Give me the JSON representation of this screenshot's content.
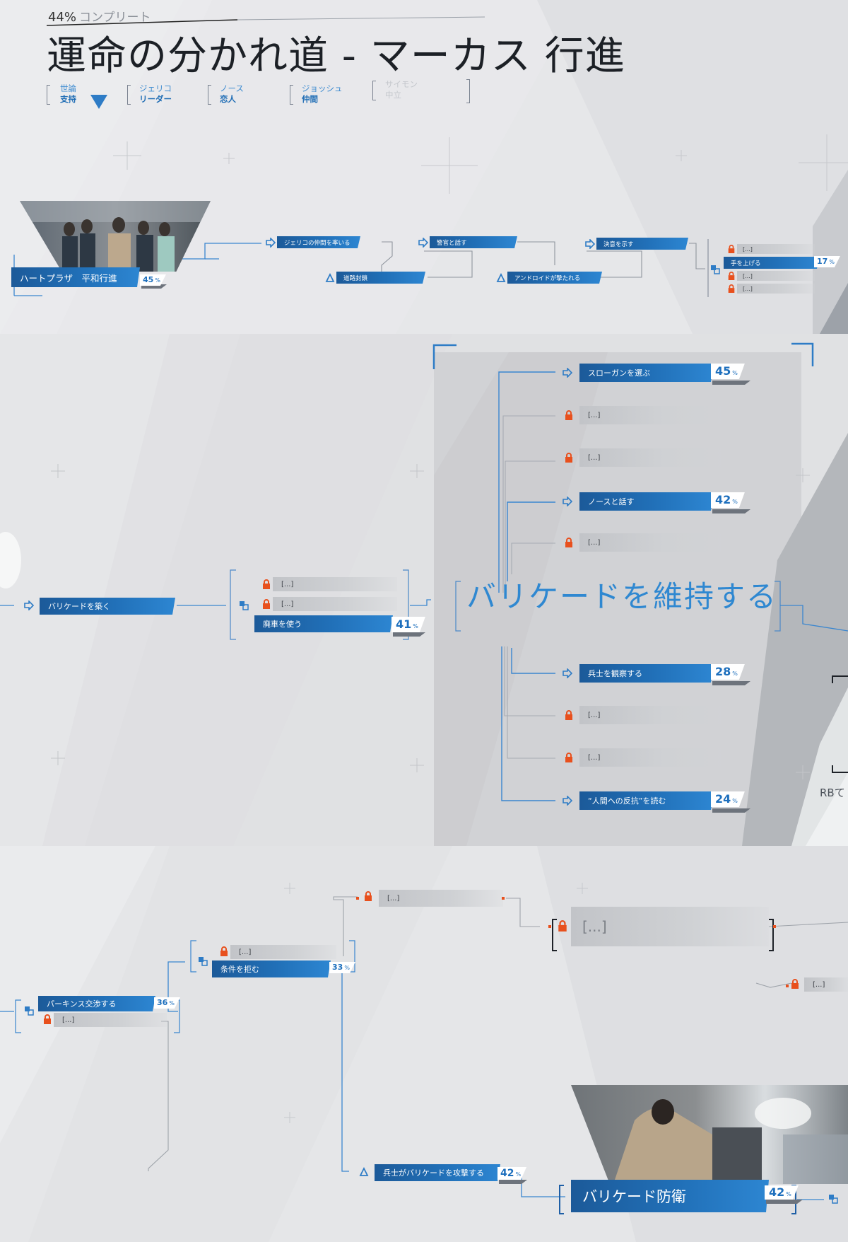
{
  "header": {
    "completion_pct": "44%",
    "completion_label": "コンプリート",
    "title": "運命の分かれ道 - マーカス 行進"
  },
  "relationships": [
    {
      "name": "世論",
      "status": "支持",
      "dim": false
    },
    {
      "name": "ジェリコ",
      "status": "リーダー",
      "dim": false
    },
    {
      "name": "ノース",
      "status": "恋人",
      "dim": false
    },
    {
      "name": "ジョッシュ",
      "status": "仲間",
      "dim": false
    },
    {
      "name": "サイモン",
      "status": "中立",
      "dim": true
    }
  ],
  "section1": {
    "start": {
      "label": "ハートプラザ　平和行進",
      "pct": "45"
    },
    "nodes": {
      "jericho": "ジェリコの仲間を率いる",
      "road": "道路封鎖",
      "police": "警官と話す",
      "android": "アンドロイドが撃たれる",
      "resolve": "決意を示す"
    },
    "group": {
      "locked": "[...]",
      "raise": "手を上げる",
      "raise_pct": "17"
    }
  },
  "section2": {
    "barricade": "バリケードを築く",
    "locked": "[...]",
    "scrap": "廃車を使う",
    "scrap_pct": "41",
    "big_title": "バリケードを維持する",
    "upper": [
      {
        "label": "スローガンを選ぶ",
        "pct": "45",
        "locked": false
      },
      {
        "label": "[...]",
        "locked": true
      },
      {
        "label": "[...]",
        "locked": true
      },
      {
        "label": "ノースと話す",
        "pct": "42",
        "locked": false
      },
      {
        "label": "[...]",
        "locked": true
      }
    ],
    "lower": [
      {
        "label": "兵士を観察する",
        "pct": "28",
        "locked": false
      },
      {
        "label": "[...]",
        "locked": true
      },
      {
        "label": "[...]",
        "locked": true
      },
      {
        "label": "“人間への反抗”を読む",
        "pct": "24",
        "locked": false
      }
    ],
    "rb_hint": "RBて"
  },
  "section3": {
    "perkins": "パーキンス交渉する",
    "perkins_pct": "36",
    "refuse": "条件を拒む",
    "refuse_pct": "33",
    "locked": "[...]",
    "attack": "兵士がバリケードを攻撃する",
    "attack_pct": "42",
    "defense": "バリケード防衛",
    "defense_pct": "42"
  },
  "colors": {
    "accent": "#2170b8",
    "lock": "#e8501d",
    "line": "#3a86cf"
  }
}
